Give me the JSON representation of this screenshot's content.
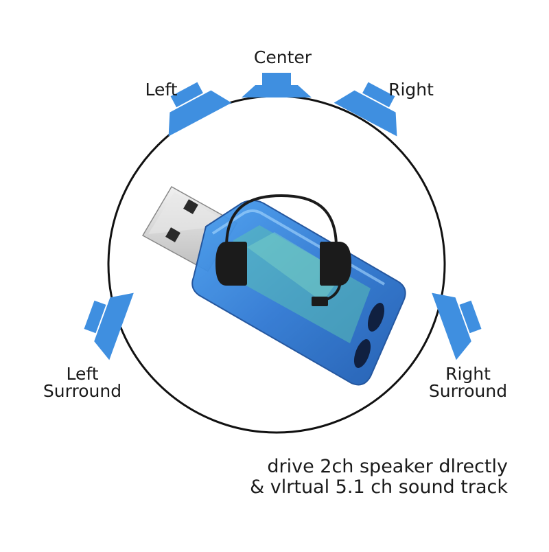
{
  "labels": {
    "center": "Center",
    "left": "Left",
    "right": "Right",
    "left_surround": [
      "Left",
      "Surround"
    ],
    "right_surround": [
      "Right",
      "Surround"
    ]
  },
  "caption": {
    "line1": "drive 2ch speaker dlrectly",
    "line2": "& vlrtual 5.1 ch sound track"
  },
  "colors": {
    "speaker_blue": "#3f8fe0",
    "speaker_blue_dark": "#2f7fd4",
    "circle": "#111111",
    "usb_body": "#3b7ed8",
    "headset": "#1b1b1b"
  }
}
